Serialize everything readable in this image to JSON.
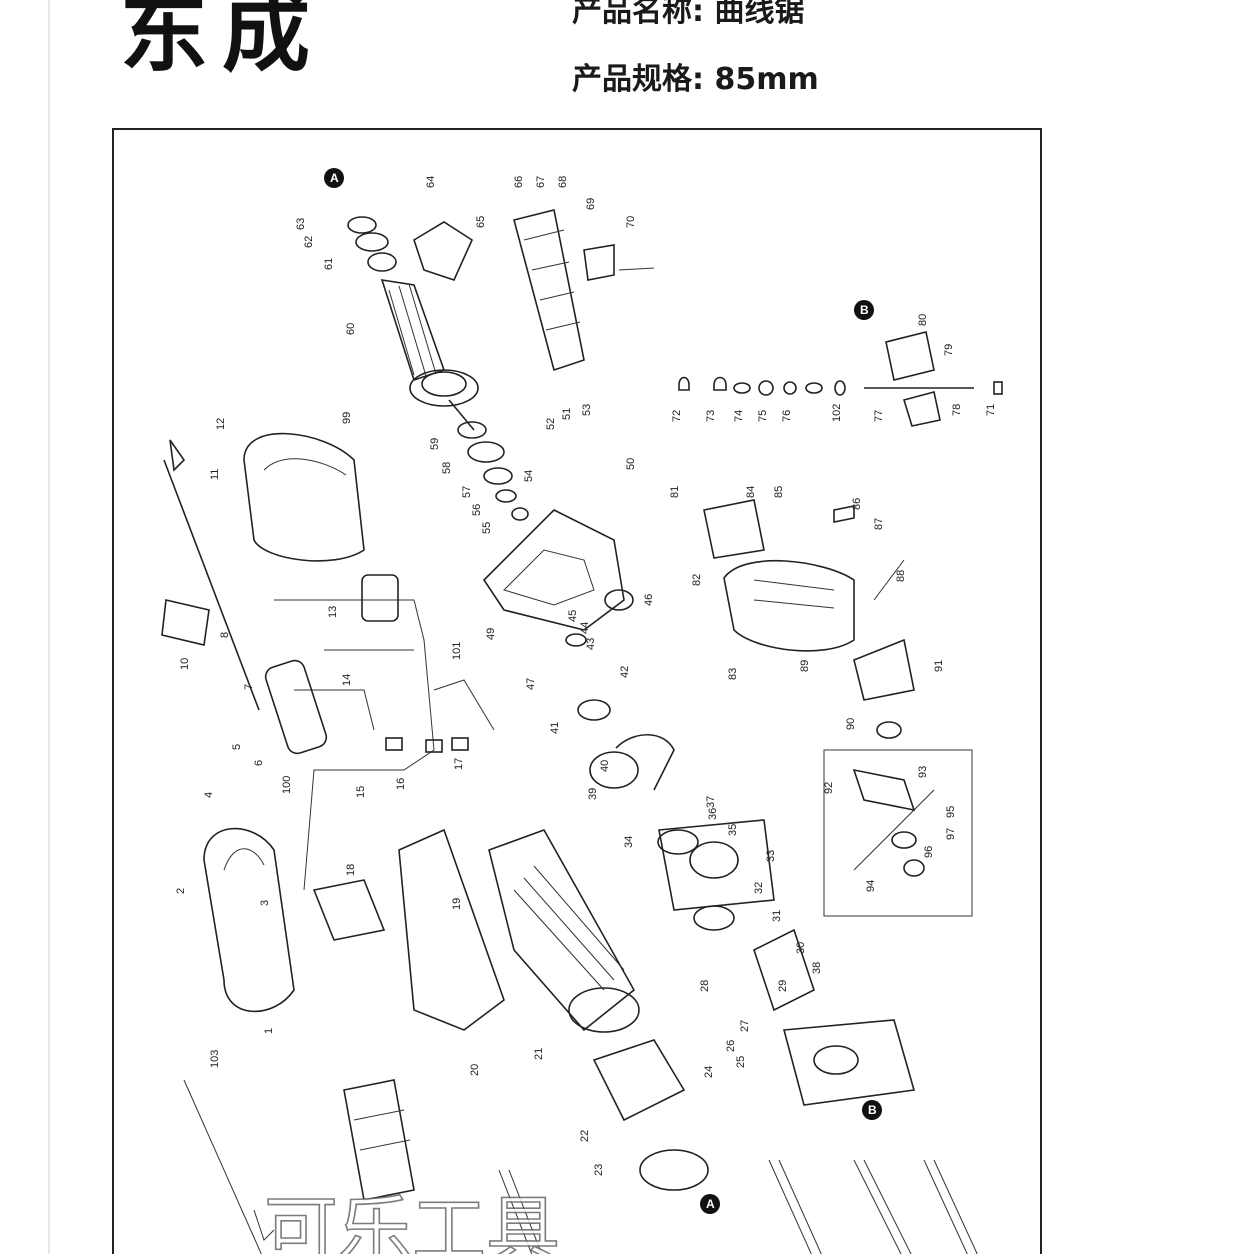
{
  "header": {
    "brand": "东成",
    "product_name_line": "产品名称: 曲线锯",
    "product_spec_line": "产品规格: 85mm"
  },
  "diagram": {
    "markers": [
      "A",
      "B"
    ],
    "part_numbers": [
      "1",
      "2",
      "3",
      "4",
      "5",
      "6",
      "7",
      "8",
      "10",
      "11",
      "12",
      "13",
      "14",
      "15",
      "16",
      "17",
      "18",
      "19",
      "20",
      "21",
      "22",
      "23",
      "24",
      "25",
      "26",
      "27",
      "28",
      "29",
      "30",
      "31",
      "32",
      "33",
      "34",
      "35",
      "36",
      "37",
      "38",
      "39",
      "40",
      "41",
      "42",
      "43",
      "44",
      "45",
      "46",
      "47",
      "49",
      "50",
      "51",
      "52",
      "53",
      "54",
      "55",
      "56",
      "57",
      "58",
      "59",
      "60",
      "61",
      "62",
      "63",
      "64",
      "65",
      "66",
      "67",
      "68",
      "69",
      "70",
      "71",
      "72",
      "73",
      "74",
      "75",
      "76",
      "77",
      "78",
      "79",
      "80",
      "81",
      "82",
      "83",
      "84",
      "85",
      "86",
      "87",
      "88",
      "89",
      "90",
      "91",
      "92",
      "93",
      "94",
      "95",
      "96",
      "97",
      "99",
      "100",
      "101",
      "102",
      "103"
    ]
  },
  "watermark": {
    "text": "可乐工具"
  }
}
